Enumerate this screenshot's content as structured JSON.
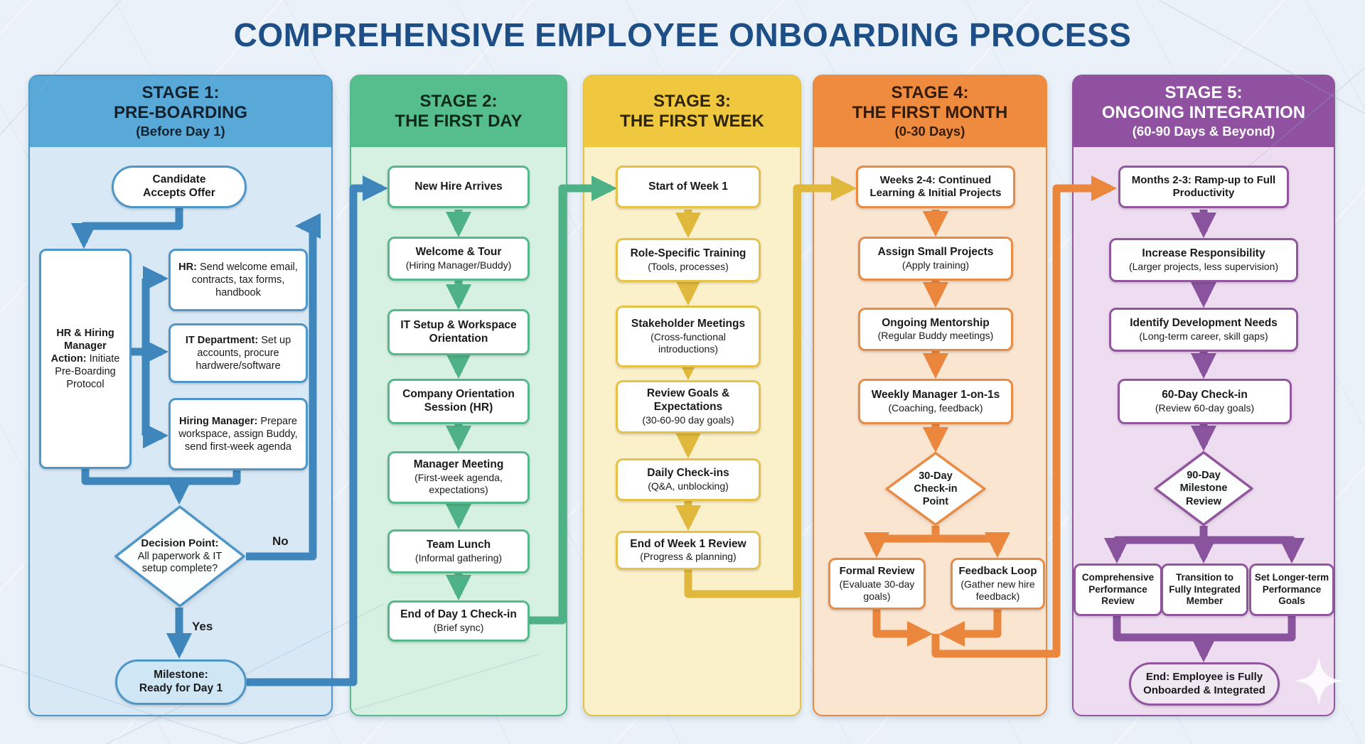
{
  "title": "COMPREHENSIVE EMPLOYEE ONBOARDING PROCESS",
  "labels": {
    "no": "No",
    "yes": "Yes"
  },
  "colors": {
    "page_background": "#EAF1F8",
    "title_text": "#1D4E86",
    "stage1_accent": "#4E96C8",
    "stage2_accent": "#56B98C",
    "stage3_accent": "#E6C24B",
    "stage4_accent": "#E88B45",
    "stage5_accent": "#92569F"
  },
  "stage1": {
    "header": {
      "l1": "STAGE 1:",
      "l2": "PRE-BOARDING",
      "l3": "(Before Day 1)"
    },
    "start": "Candidate\nAccepts Offer",
    "action": {
      "lead": "HR & Hiring Manager Action:",
      "rest": "Initiate Pre-Boarding Protocol"
    },
    "tasks": [
      {
        "lead": "HR:",
        "rest": "Send welcome email, contracts, tax forms, handbook"
      },
      {
        "lead": "IT Department:",
        "rest": "Set up accounts, procure hardwere/software"
      },
      {
        "lead": "Hiring Manager:",
        "rest": "Prepare workspace, assign Buddy, send first-week agenda"
      }
    ],
    "decision": {
      "t": "Decision Point:",
      "s": "All paperwork & IT setup complete?"
    },
    "milestone": "Milestone:\nReady for Day 1"
  },
  "stage2": {
    "header": {
      "l1": "STAGE 2:",
      "l2": "THE FIRST DAY"
    },
    "nodes": [
      {
        "t": "New Hire Arrives"
      },
      {
        "t": "Welcome & Tour",
        "s": "(Hiring Manager/Buddy)"
      },
      {
        "t": "IT Setup & Workspace Orientation"
      },
      {
        "t": "Company Orientation Session (HR)"
      },
      {
        "t": "Manager Meeting",
        "s": "(First-week agenda, expectations)"
      },
      {
        "t": "Team Lunch",
        "s": "(Informal gathering)"
      },
      {
        "t": "End of Day 1 Check-in",
        "s": "(Brief sync)"
      }
    ]
  },
  "stage3": {
    "header": {
      "l1": "STAGE 3:",
      "l2": "THE FIRST WEEK"
    },
    "nodes": [
      {
        "t": "Start of Week 1"
      },
      {
        "t": "Role-Specific Training",
        "s": "(Tools, processes)"
      },
      {
        "t": "Stakeholder Meetings",
        "s": "(Cross-functional introductions)"
      },
      {
        "t": "Review Goals & Expectations",
        "s": "(30-60-90 day goals)"
      },
      {
        "t": "Daily Check-ins",
        "s": "(Q&A, unblocking)"
      },
      {
        "t": "End of Week 1 Review",
        "s": "(Progress & planning)"
      }
    ]
  },
  "stage4": {
    "header": {
      "l1": "STAGE 4:",
      "l2": "THE FIRST MONTH",
      "l3": "(0-30 Days)"
    },
    "nodes": [
      {
        "t": "Weeks 2-4: Continued Learning & Initial Projects"
      },
      {
        "t": "Assign Small Projects",
        "s": "(Apply training)"
      },
      {
        "t": "Ongoing Mentorship",
        "s": "(Regular Buddy meetings)"
      },
      {
        "t": "Weekly Manager 1-on-1s",
        "s": "(Coaching, feedback)"
      }
    ],
    "decision": "30-Day\nCheck-in\nPoint",
    "outcomes": [
      {
        "t": "Formal Review",
        "s": "(Evaluate 30-day goals)"
      },
      {
        "t": "Feedback Loop",
        "s": "(Gather new hire feedback)"
      }
    ]
  },
  "stage5": {
    "header": {
      "l1": "STAGE 5:",
      "l2": "ONGOING INTEGRATION",
      "l3": "(60-90 Days & Beyond)"
    },
    "nodes": [
      {
        "t": "Months 2-3: Ramp-up to Full Productivity"
      },
      {
        "t": "Increase Responsibility",
        "s": "(Larger projects, less supervision)"
      },
      {
        "t": "Identify Development Needs",
        "s": "(Long-term career, skill gaps)"
      },
      {
        "t": "60-Day Check-in",
        "s": "(Review 60-day goals)"
      }
    ],
    "decision": "90-Day\nMilestone\nReview",
    "outcomes": [
      {
        "t": "Comprehensive Performance Review"
      },
      {
        "t": "Transition to Fully Integrated Member"
      },
      {
        "t": "Set Longer-term Performance Goals"
      }
    ],
    "end": "End: Employee is Fully Onboarded & Integrated"
  }
}
